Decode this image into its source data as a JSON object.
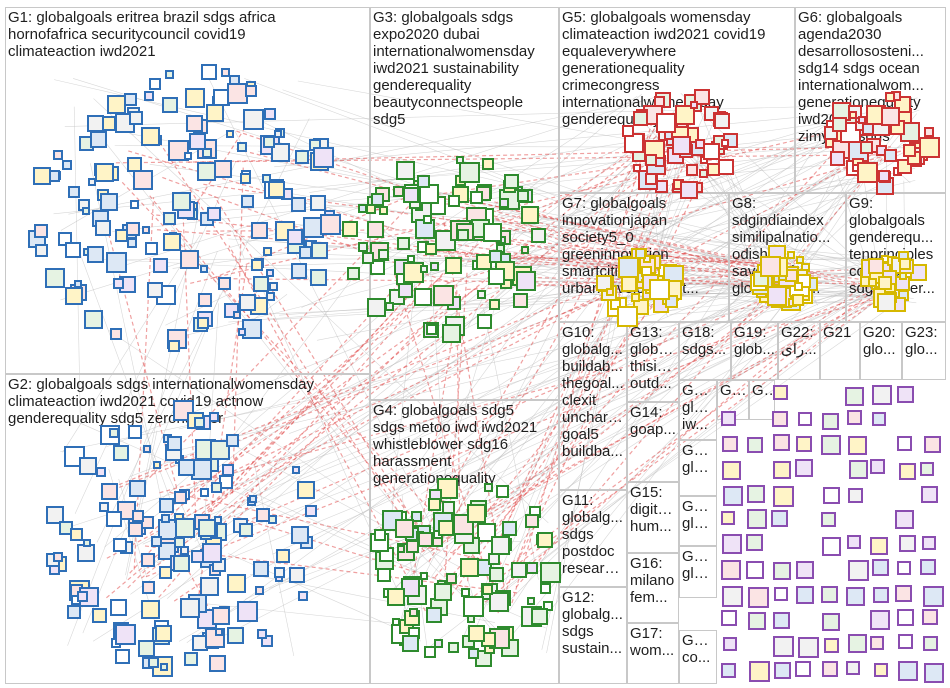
{
  "groups": [
    {
      "id": "G1",
      "title": "G1: globalgoals eritrea brazil sdgs africa",
      "lines": [
        "hornofafrica securitycouncil covid19",
        "climateaction iwd2021"
      ],
      "accent": "#2f6fb7"
    },
    {
      "id": "G2",
      "title": "G2: globalgoals sdgs internationalwomensday",
      "lines": [
        "climateaction iwd2021 covid19 actnow",
        "genderequality sdg5 zerohunger"
      ],
      "accent": "#2f6fb7"
    },
    {
      "id": "G3",
      "title": "G3: globalgoals sdgs",
      "lines": [
        "expo2020 dubai",
        "internationalwomensday",
        "iwd2021 sustainability",
        "genderequality",
        "beautyconnectspeople",
        "sdg5"
      ],
      "accent": "#2e8b2e"
    },
    {
      "id": "G4",
      "title": "G4: globalgoals sdg5",
      "lines": [
        "sdgs metoo iwd iwd2021",
        "whistleblower sdg16",
        "harassment",
        "generationequality"
      ],
      "accent": "#2e8b2e"
    },
    {
      "id": "G5",
      "title": "G5: globalgoals womensday",
      "lines": [
        "climateaction iwd2021 covid19",
        "equaleverywhere",
        "generationequality",
        "crimecongress",
        "internationalwomensday",
        "genderequality"
      ],
      "accent": "#cc3333"
    },
    {
      "id": "G6",
      "title": "G6: globalgoals",
      "lines": [
        "agenda2030",
        "desarrollososteni...",
        "sdg14 sdgs ocean",
        "internationalwom...",
        "generationequality",
        "iwd2021",
        "zimyouthsdgs"
      ],
      "accent": "#cc3333"
    },
    {
      "id": "G7",
      "title": "G7: globalgoals",
      "lines": [
        "innovationjapan",
        "society5_0",
        "greeninnovation",
        "smartcities",
        "urbandevelopment..."
      ],
      "accent": "#d6b800"
    },
    {
      "id": "G8",
      "title": "G8:",
      "lines": [
        "sdgindiaindex",
        "similipalnatio...",
        "odisha",
        "saveodisha",
        "globalgoals..."
      ],
      "accent": "#d6b800"
    },
    {
      "id": "G9",
      "title": "G9:",
      "lines": [
        "globalgoals",
        "genderequ...",
        "tenprinciples",
        "covid19",
        "sdgpioneer..."
      ],
      "accent": "#d6b800"
    },
    {
      "id": "G10",
      "title": "G10:",
      "lines": [
        "globalg...",
        "buildab...",
        "thegoal...",
        "clexit",
        "unchart...",
        "goal5",
        "buildba..."
      ],
      "accent": "#8a4db0"
    },
    {
      "id": "G11",
      "title": "G11:",
      "lines": [
        "globalg...",
        "sdgs",
        "postdoc",
        "researc..."
      ],
      "accent": "#8a4db0"
    },
    {
      "id": "G12",
      "title": "G12:",
      "lines": [
        "globalg...",
        "sdgs",
        "sustain..."
      ],
      "accent": "#8a4db0"
    },
    {
      "id": "G13",
      "title": "G13:",
      "lines": [
        "globa...",
        "thisis...",
        "outd..."
      ],
      "accent": "#8a4db0"
    },
    {
      "id": "G14",
      "title": "G14:",
      "lines": [
        "goap..."
      ],
      "accent": "#8a4db0"
    },
    {
      "id": "G15",
      "title": "G15:",
      "lines": [
        "digita...",
        "hum..."
      ],
      "accent": "#8a4db0"
    },
    {
      "id": "G16",
      "title": "G16:",
      "lines": [
        "milano",
        "fem..."
      ],
      "accent": "#8a4db0"
    },
    {
      "id": "G17",
      "title": "G17:",
      "lines": [
        "wom..."
      ],
      "accent": "#8a4db0"
    },
    {
      "id": "G18",
      "title": "G18:",
      "lines": [
        "sdgs..."
      ],
      "accent": "#8a4db0"
    },
    {
      "id": "G19",
      "title": "G19:",
      "lines": [
        "glob..."
      ],
      "accent": "#8a4db0"
    },
    {
      "id": "G22",
      "title": "G22:",
      "lines": [
        "رای..."
      ],
      "accent": "#8a4db0"
    },
    {
      "id": "G21",
      "title": "G21",
      "lines": [],
      "accent": "#8a4db0"
    },
    {
      "id": "G20",
      "title": "G20:",
      "lines": [
        "glo..."
      ],
      "accent": "#8a4db0"
    },
    {
      "id": "G23",
      "title": "G23:",
      "lines": [
        "glo..."
      ],
      "accent": "#8a4db0"
    },
    {
      "id": "G2x1",
      "title": "G2...",
      "lines": [
        "glo...",
        "iw..."
      ],
      "accent": "#8a4db0"
    },
    {
      "id": "G2x2",
      "title": "G2...",
      "lines": [
        "glo..."
      ],
      "accent": "#8a4db0"
    },
    {
      "id": "G2x3",
      "title": "G2...",
      "lines": [
        "glo..."
      ],
      "accent": "#8a4db0"
    },
    {
      "id": "G2x4",
      "title": "G2...",
      "lines": [
        "glo..."
      ],
      "accent": "#8a4db0"
    },
    {
      "id": "G2x5",
      "title": "G2...",
      "lines": [
        "co..."
      ],
      "accent": "#8a4db0"
    },
    {
      "id": "G3x",
      "title": "G3...",
      "lines": [],
      "accent": "#8a4db0"
    },
    {
      "id": "Gmini",
      "title": "G...",
      "lines": [],
      "accent": "#8a4db0"
    }
  ],
  "edge_colors": {
    "intra": "#b8b8b8",
    "cross": "#e04444"
  }
}
